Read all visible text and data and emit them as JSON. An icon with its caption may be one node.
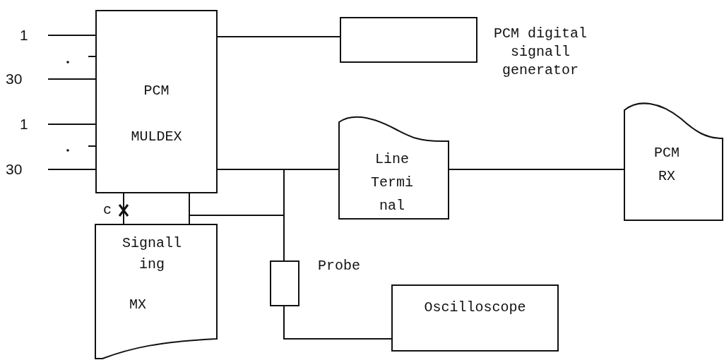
{
  "diagram": {
    "nodes": [
      {
        "text": [
          "PCM",
          "MULDEX"
        ]
      },
      {
        "text": [],
        "shape": "box",
        "beside": [
          "PCM digital signall generator"
        ]
      },
      {
        "text": [
          "Line Termi nal"
        ]
      },
      {
        "text": [
          "PCM RX"
        ]
      },
      {
        "text": [
          "Signall ing",
          "MX"
        ]
      },
      {
        "text": [],
        "shape": "box",
        "beside": [
          "Probe"
        ]
      },
      {
        "text": [
          "Oscilloscope"
        ]
      }
    ],
    "edges": [
      {
        "from": 0,
        "to": 1,
        "arrow": "none"
      },
      {
        "from": 0,
        "to": 2,
        "arrow": "none"
      },
      {
        "from": 2,
        "to": 3,
        "arrow": "none"
      },
      {
        "from": 0,
        "to": 4,
        "arrow": "none"
      },
      {
        "from": 0,
        "to": 4,
        "arrow": "none"
      },
      {
        "from": 0,
        "to": 5,
        "arrow": "none"
      },
      {
        "from": 4,
        "to": 5,
        "arrow": "none"
      },
      {
        "from": 5,
        "to": 6,
        "arrow": "none"
      },
      {
        "from": null,
        "to": 0,
        "arrow": "none"
      },
      {
        "from": null,
        "to": 0,
        "arrow": "none"
      },
      {
        "from": null,
        "to": 0,
        "arrow": "none"
      },
      {
        "from": null,
        "to": 0,
        "arrow": "none"
      }
    ],
    "labels": [
      "1",
      "30",
      "1",
      "30",
      "c"
    ]
  }
}
